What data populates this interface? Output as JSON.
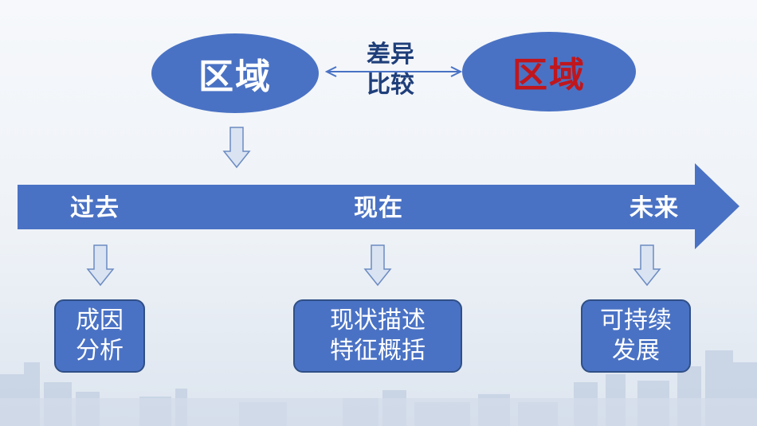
{
  "top": {
    "left_region": "区域",
    "right_region": "区域",
    "compare_line1": "差异",
    "compare_line2": "比较",
    "left_color": "#ffffff",
    "right_color": "#c0161c"
  },
  "timeline": {
    "past": "过去",
    "present": "现在",
    "future": "未来"
  },
  "boxes": {
    "past_line1": "成因",
    "past_line2": "分析",
    "present_line1": "现状描述",
    "present_line2": "特征概括",
    "future_line1": "可持续",
    "future_line2": "发展"
  },
  "colors": {
    "shape_fill": "#4a72c4",
    "arrow_fill": "#4a72c4",
    "compare_text": "#1f3f7a",
    "highlight_text": "#c0161c"
  }
}
